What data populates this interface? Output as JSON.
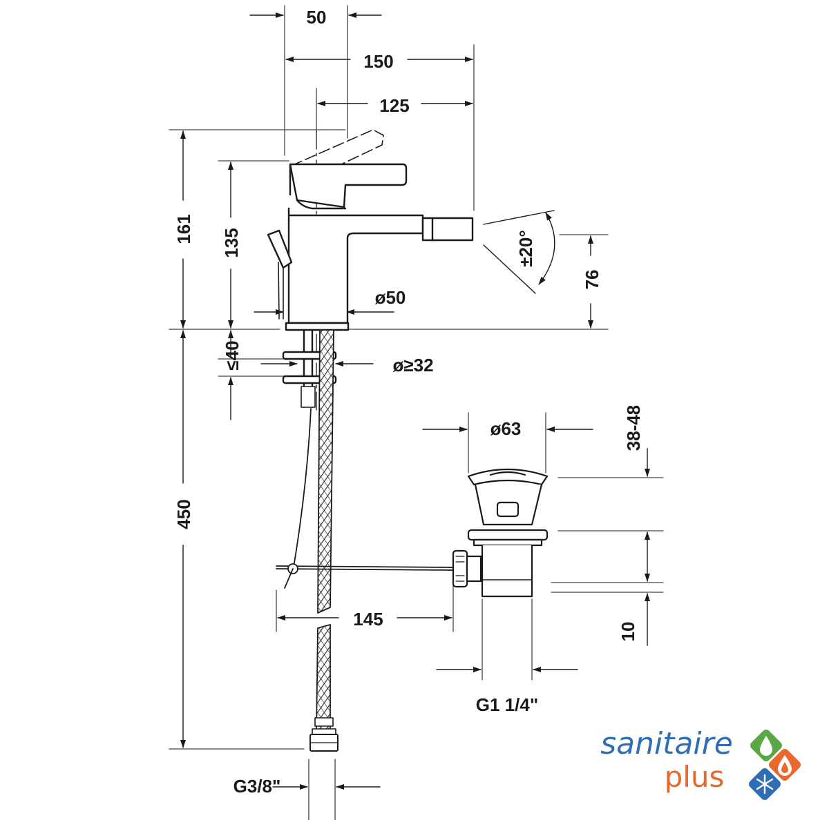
{
  "dimensions": {
    "d50": "50",
    "d150": "150",
    "d125": "125",
    "d161": "161",
    "d135": "135",
    "d76": "76",
    "angle": "±20°",
    "dia50": "ø50",
    "le40": "≤40",
    "dia32": "ø≥32",
    "d450": "450",
    "dia63": "ø63",
    "d3848": "38-48",
    "d145": "145",
    "d10": "10",
    "g114": "G1 1/4\"",
    "g38": "G3/8\""
  },
  "logo": {
    "line1": "sanitaire",
    "line2": "plus",
    "colors": {
      "blue": "#2f6db5",
      "orange": "#e8692b",
      "green": "#5aa845"
    },
    "icons": [
      "water-drop-icon",
      "flame-drop-icon",
      "snowflake-icon"
    ]
  }
}
